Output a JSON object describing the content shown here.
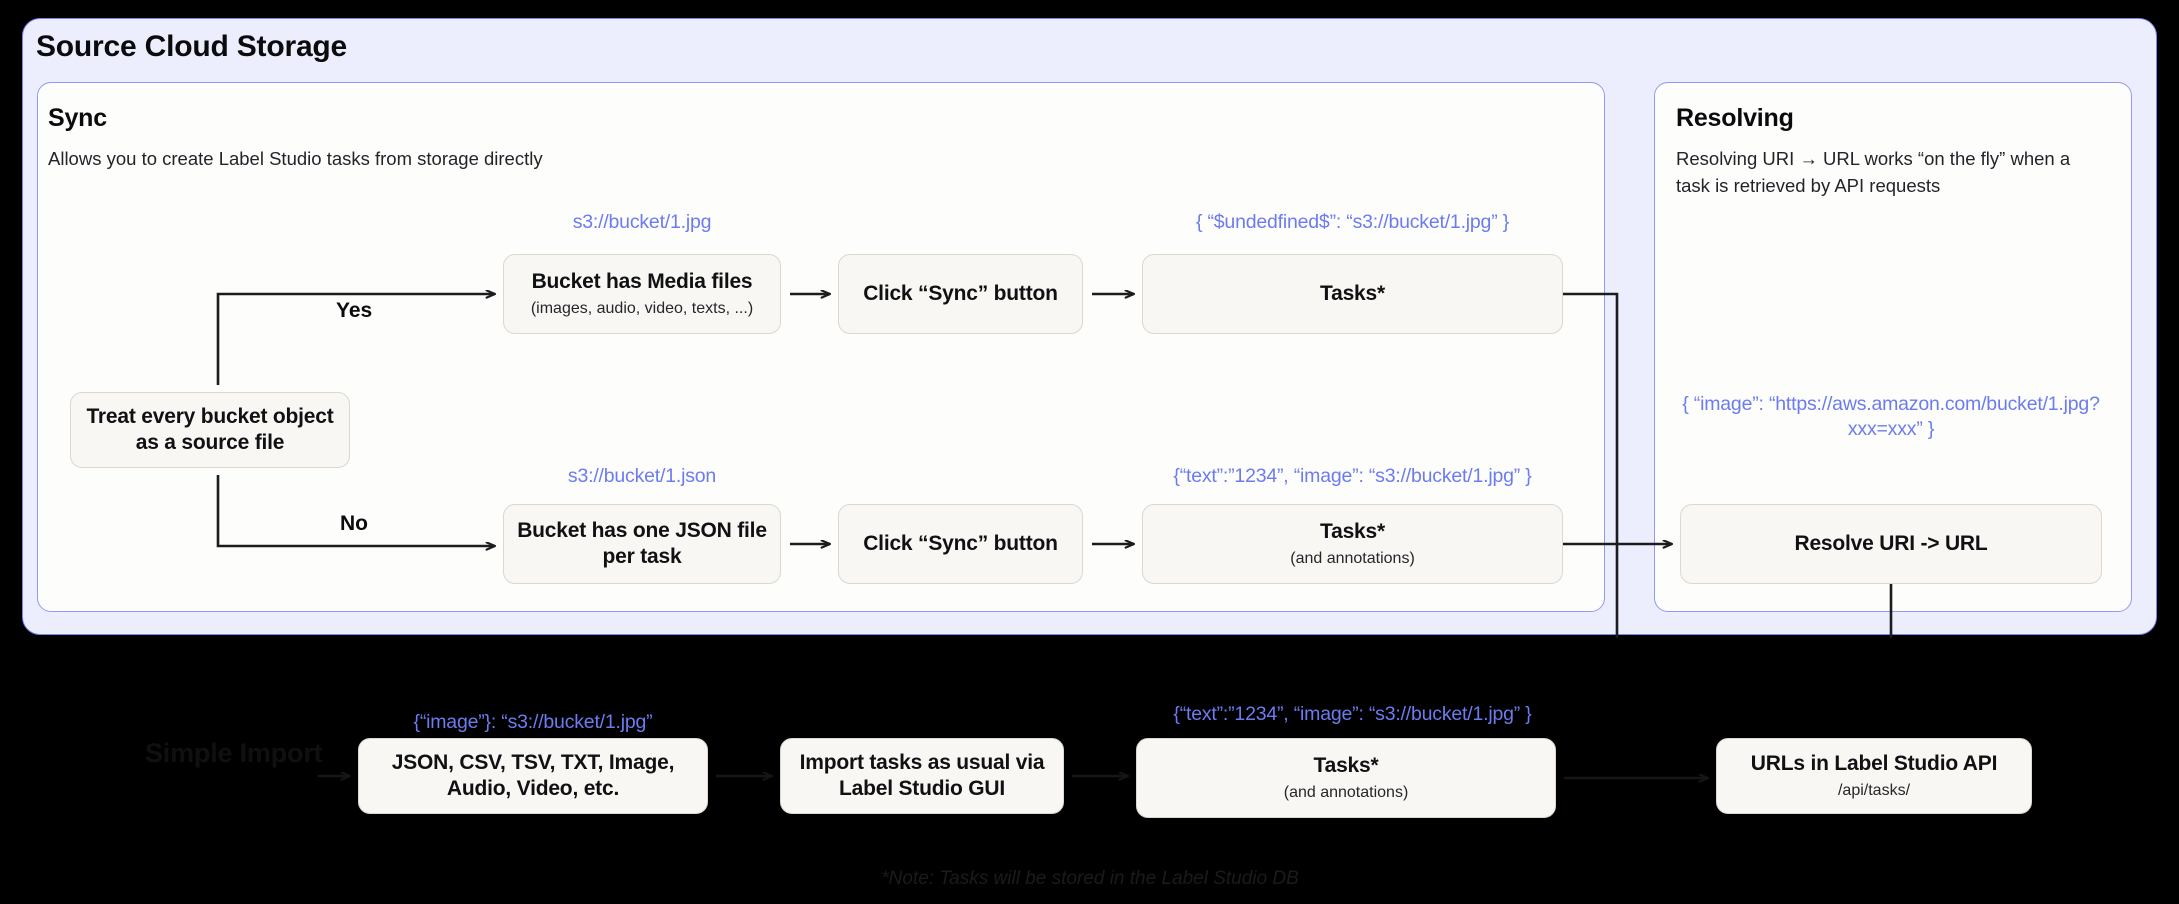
{
  "page": {
    "title": "Source Cloud Storage",
    "background_color": "#000000",
    "panel_color": "#edeefd",
    "panel_border_color": "#7b85ee",
    "card_color": "#fdfdfb",
    "node_color": "#f8f7f4",
    "accent_code_color": "#6c7cf0"
  },
  "sync_panel": {
    "title": "Sync",
    "subtitle": "Allows you to create Label Studio tasks from storage directly",
    "decision": {
      "label": "Treat every bucket object as a source file",
      "yes_label": "Yes",
      "no_label": "No"
    },
    "yes_branch": {
      "annotation": "s3://bucket/1.jpg",
      "step1_title": "Bucket has Media files",
      "step1_sub": "(images, audio, video, texts, ...)",
      "step2_title": "Click “Sync” button",
      "result_annotation": "{ “$undedfined$”: “s3://bucket/1.jpg” }",
      "result_title": "Tasks*"
    },
    "no_branch": {
      "annotation": "s3://bucket/1.json",
      "step1_title": "Bucket has one JSON file per task",
      "step2_title": "Click “Sync” button",
      "result_annotation": "{“text”:”1234”,  “image”: “s3://bucket/1.jpg” }",
      "result_title": "Tasks*",
      "result_sub": "(and annotations)"
    }
  },
  "resolving_panel": {
    "title": "Resolving",
    "subtitle": "Resolving URI → URL works “on the fly” when a task is retrieved by API requests",
    "annotation": "{ “image”: “https://aws.amazon.com/bucket/1.jpg?xxx=xxx” }",
    "node_title": "Resolve URI -> URL"
  },
  "import_flow": {
    "section_label": "Simple Import",
    "formats_annotation": "{“image”}: “s3://bucket/1.jpg”",
    "formats_title": "JSON, CSV, TSV, TXT, Image, Audio, Video, etc.",
    "import_title": "Import tasks as usual via Label Studio GUI",
    "tasks_annotation": "{“text”:”1234”,  “image”: “s3://bucket/1.jpg” }",
    "tasks_title": "Tasks*",
    "tasks_sub": "(and annotations)",
    "api_title": "URLs in Label Studio API",
    "api_sub": "/api/tasks/"
  },
  "footnote": "*Note: Tasks will be stored in the Label Studio DB"
}
